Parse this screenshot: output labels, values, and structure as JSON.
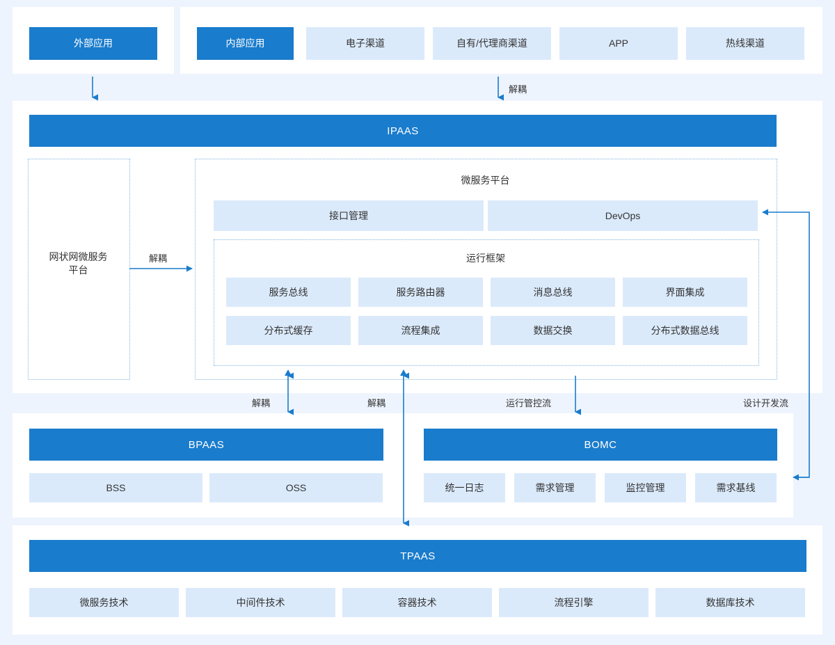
{
  "theme": {
    "page_bg": "#eef4fe",
    "card_bg": "#ffffff",
    "accent": "#1a7ccc",
    "chip_bg": "#dbeafb",
    "dash_border": "#7fb4e0",
    "text": "#333333"
  },
  "top_row": {
    "external": {
      "label": "外部应用"
    },
    "internal": {
      "label": "内部应用"
    },
    "channels": [
      {
        "label": "电子渠道"
      },
      {
        "label": "自有/代理商渠道"
      },
      {
        "label": "APP"
      },
      {
        "label": "热线渠道"
      }
    ]
  },
  "ipaas": {
    "title": "IPAAS",
    "mesh_platform": {
      "label": "网状网微服务\n平台"
    },
    "micro_platform": {
      "title": "微服务平台",
      "tiles": [
        {
          "label": "接口管理"
        },
        {
          "label": "DevOps"
        }
      ],
      "runtime": {
        "title": "运行框架",
        "items": [
          {
            "label": "服务总线"
          },
          {
            "label": "服务路由器"
          },
          {
            "label": "消息总线"
          },
          {
            "label": "界面集成"
          },
          {
            "label": "分布式缓存"
          },
          {
            "label": "流程集成"
          },
          {
            "label": "数据交换"
          },
          {
            "label": "分布式数据总线"
          }
        ]
      }
    }
  },
  "bpaas": {
    "title": "BPAAS",
    "items": [
      {
        "label": "BSS"
      },
      {
        "label": "OSS"
      }
    ]
  },
  "bomc": {
    "title": "BOMC",
    "items": [
      {
        "label": "统一日志"
      },
      {
        "label": "需求管理"
      },
      {
        "label": "监控管理"
      },
      {
        "label": "需求基线"
      }
    ]
  },
  "tpaas": {
    "title": "TPAAS",
    "items": [
      {
        "label": "微服务技术"
      },
      {
        "label": "中间件技术"
      },
      {
        "label": "容器技术"
      },
      {
        "label": "流程引擎"
      },
      {
        "label": "数据库技术"
      }
    ]
  },
  "flows": {
    "decouple_top": "解耦",
    "decouple_mesh": "解耦",
    "decouple_bpaas": "解耦",
    "decouple_tpaas": "解耦",
    "runtime_control": "运行管控流",
    "design_dev": "设计开发流"
  }
}
